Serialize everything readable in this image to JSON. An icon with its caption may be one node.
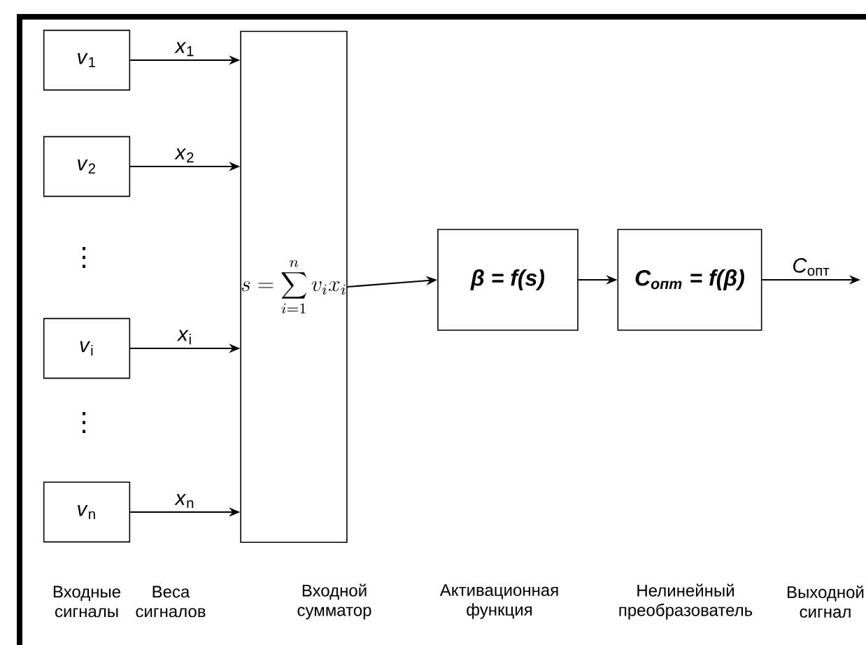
{
  "diagram": {
    "nodes": [
      {
        "text": [
          "*v*$_{1}$"
        ]
      },
      {
        "text": [
          "*v*$_{2}$"
        ]
      },
      {
        "text": [
          "*v*$_{i}$"
        ]
      },
      {
        "text": [
          "*v*$_{n}$"
        ]
      },
      {
        "text": [
          "s = \\sum_{i=1}^{n} v_i x_i"
        ]
      },
      {
        "text": [
          "β = f(s)"
        ]
      },
      {
        "text": [
          "C$_{опт}$ = f(β)"
        ]
      }
    ],
    "edges": [
      {
        "from": 0,
        "to": 4,
        "arrow": "to",
        "label": "*x*$_{1}$"
      },
      {
        "from": 1,
        "to": 4,
        "arrow": "to",
        "label": "*x*$_{2}$"
      },
      {
        "from": 2,
        "to": 4,
        "arrow": "to",
        "label": "*x*$_{i}$"
      },
      {
        "from": 3,
        "to": 4,
        "arrow": "to",
        "label": "*x*$_{n}$"
      },
      {
        "from": 4,
        "to": 5,
        "arrow": "to"
      },
      {
        "from": 5,
        "to": 6,
        "arrow": "to"
      },
      {
        "from": 6,
        "to": null,
        "arrow": "to",
        "label": "*C*$_{опт}$"
      }
    ],
    "labels": [
      "⋮",
      "⋮",
      "Входные сигналы",
      "Веса сигналов",
      "Входной сумматор",
      "Активационная функция",
      "Нелинейный преобразователь",
      "Выходной сигнал"
    ]
  }
}
